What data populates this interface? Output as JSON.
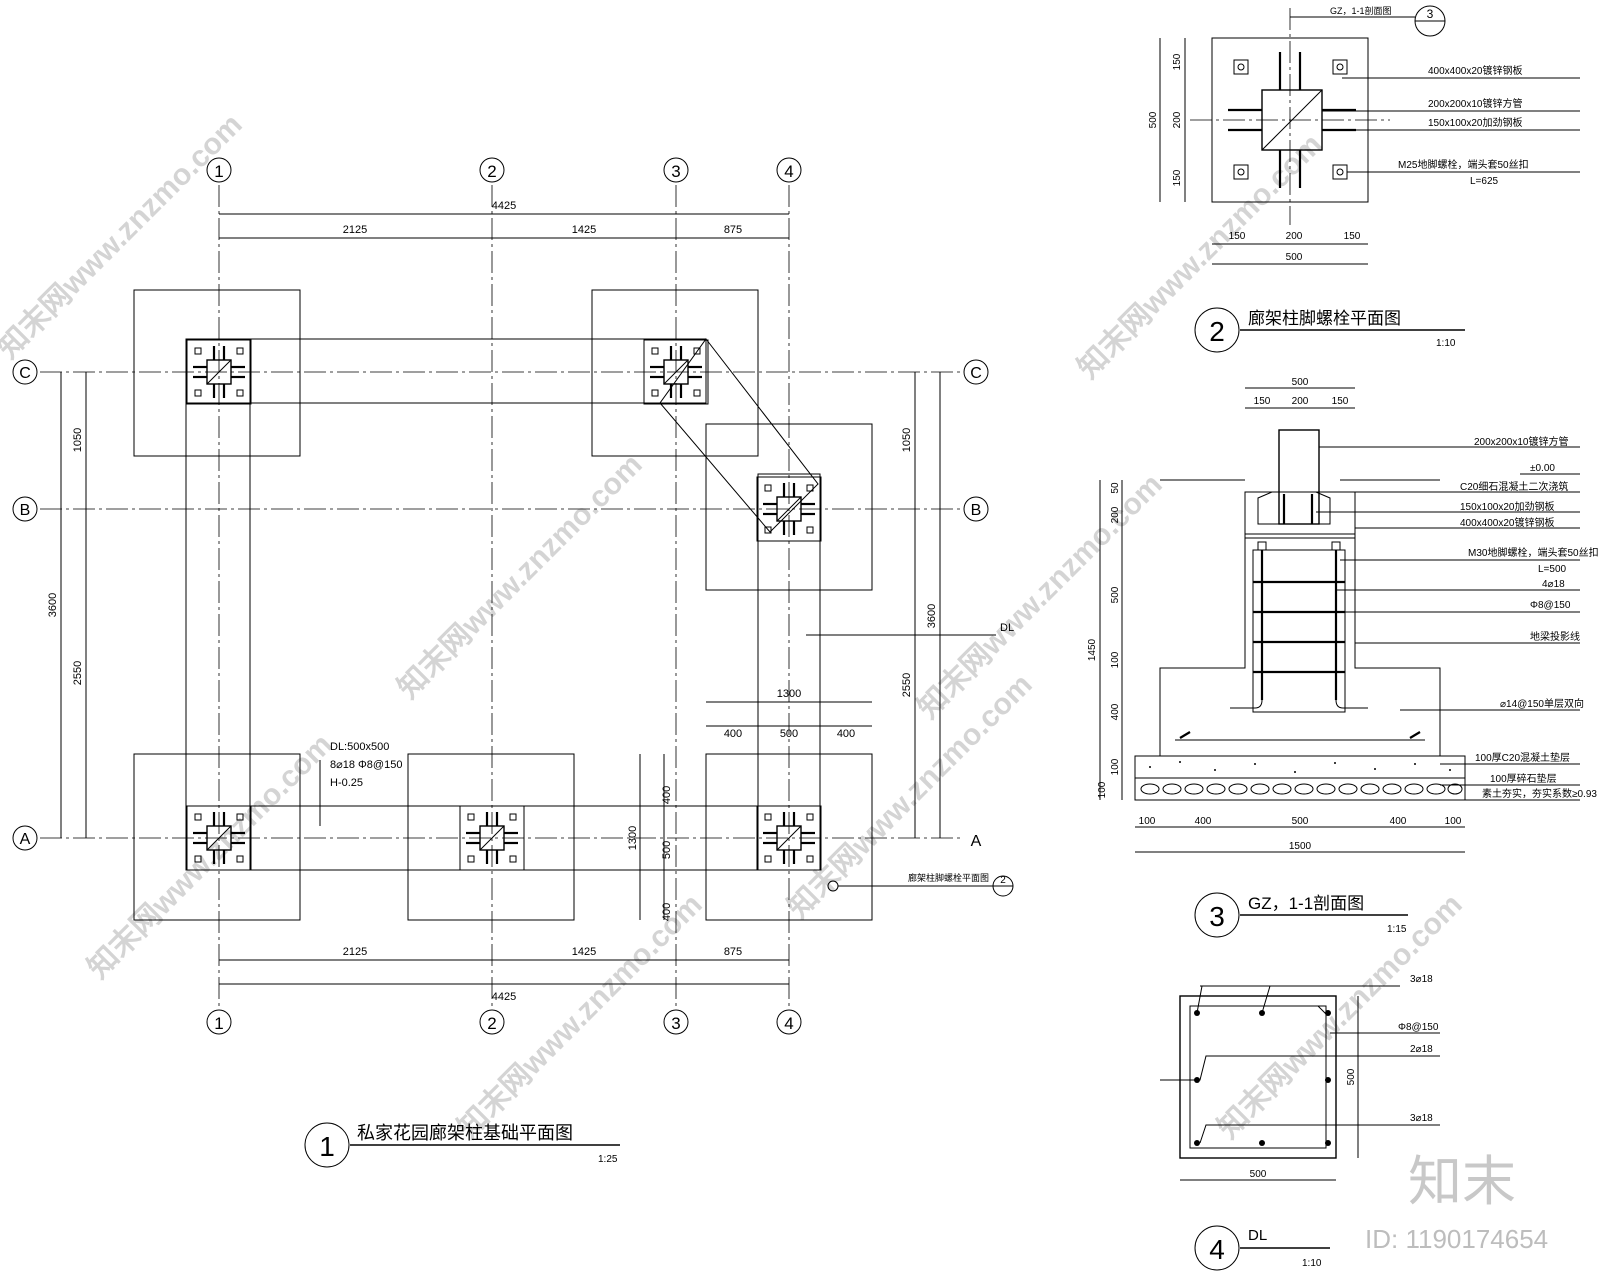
{
  "grid": {
    "cols": [
      "1",
      "2",
      "3",
      "4"
    ],
    "rows": [
      "C",
      "B",
      "A"
    ]
  },
  "plan_dims": {
    "top_total": "4425",
    "top_a": "2125",
    "top_b": "1425",
    "top_c": "875",
    "bot_total": "4425",
    "bot_a": "2125",
    "bot_b": "1425",
    "bot_c": "875",
    "left_total": "3600",
    "left_cb": "1050",
    "left_ba": "2550",
    "right_total": "3600",
    "right_cb": "1050",
    "right_ba": "2550",
    "pad_total": "1300",
    "pad_a": "400",
    "pad_b": "500",
    "pad_c": "400",
    "v_total": "1300",
    "v_a": "400",
    "v_b": "500",
    "v_c": "400"
  },
  "plan_notes": {
    "dl_1": "DL:500x500",
    "dl_2": "8⌀18  Φ8@150",
    "dl_3": "H-0.25",
    "dl_tag": "DL",
    "detail_ref": "廊架柱脚螺栓平面图"
  },
  "titles": {
    "t1_num": "1",
    "t1_text": "私家花园廊架柱基础平面图",
    "t1_scale": "1:25",
    "t2_num": "2",
    "t2_text": "廊架柱脚螺栓平面图",
    "t2_scale": "1:10",
    "t3_num": "3",
    "t3_text": "GZ，1-1剖面图",
    "t3_scale": "1:15",
    "t4_num": "4",
    "t4_text": "DL",
    "t4_scale": "1:10",
    "ref_num": "3",
    "ref_text": "GZ，1-1剖面图",
    "ref2_num": "2"
  },
  "bolt_plan": {
    "labels": [
      "400x400x20镀锌钢板",
      "200x200x10镀锌方管",
      "150x100x20加劲钢板",
      "M25地脚螺栓，端头套50丝扣",
      "L=625"
    ],
    "dims_v": [
      "150",
      "200",
      "150"
    ],
    "dim_v_total": "500",
    "dims_h": [
      "150",
      "200",
      "150"
    ],
    "dim_h_total": "500"
  },
  "section": {
    "labels": [
      "200x200x10镀锌方管",
      "±0.00",
      "C20细石混凝土二次浇筑",
      "150x100x20加劲钢板",
      "400x400x20镀锌钢板",
      "M30地脚螺栓，端头套50丝扣",
      "L=500",
      "4⌀18",
      "Φ8@150",
      "地梁投影线",
      "⌀14@150单层双向",
      "100厚C20混凝土垫层",
      "100厚碎石垫层",
      "素土夯实，夯实系数≥0.93"
    ],
    "dims_top": [
      "150",
      "200",
      "150"
    ],
    "dim_top_total": "500",
    "dims_left": [
      "50",
      "200",
      "500",
      "100",
      "400",
      "100",
      "100"
    ],
    "dim_left_total": "1450",
    "dims_bot": [
      "100",
      "400",
      "500",
      "400",
      "100"
    ],
    "dim_bot_total": "1500"
  },
  "dl_section": {
    "labels": [
      "3⌀18",
      "Φ8@150",
      "2⌀18",
      "3⌀18"
    ],
    "dim_w": "500",
    "dim_h": "500"
  },
  "watermark": {
    "logo": "知末",
    "id": "ID: 1190174654",
    "text": "知末网www.znzmo.com"
  }
}
